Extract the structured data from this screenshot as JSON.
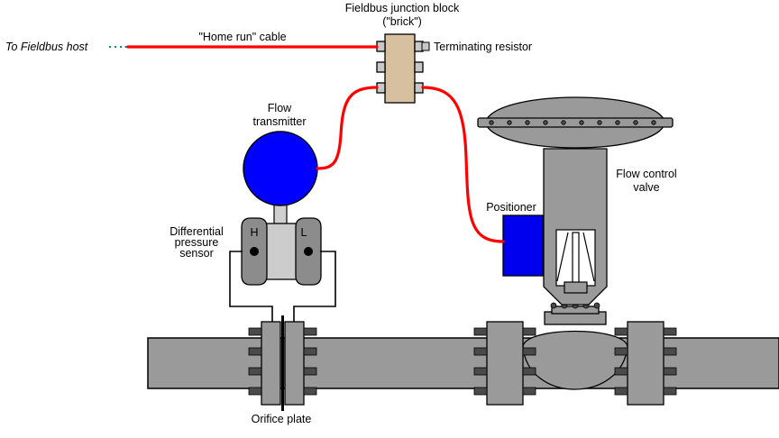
{
  "labels": {
    "host": "To Fieldbus host",
    "home_run": "\"Home run\" cable",
    "junction_line1": "Fieldbus junction block",
    "junction_line2": "(\"brick\")",
    "terminator": "Terminating resistor",
    "flow_tx_line1": "Flow",
    "flow_tx_line2": "transmitter",
    "dp_line1": "Differential",
    "dp_line2": "pressure",
    "dp_line3": "sensor",
    "high_port": "H",
    "low_port": "L",
    "positioner": "Positioner",
    "valve_line1": "Flow control",
    "valve_line2": "valve",
    "orifice": "Orifice plate"
  },
  "colors": {
    "cable": "#ff0000",
    "transmitter": "#0000ff",
    "positioner": "#0000ee",
    "junction_block": "#d7c0a0",
    "metal": "#9a9a9a",
    "sensor_body": "#cccccc",
    "host_dots": "#008080"
  }
}
